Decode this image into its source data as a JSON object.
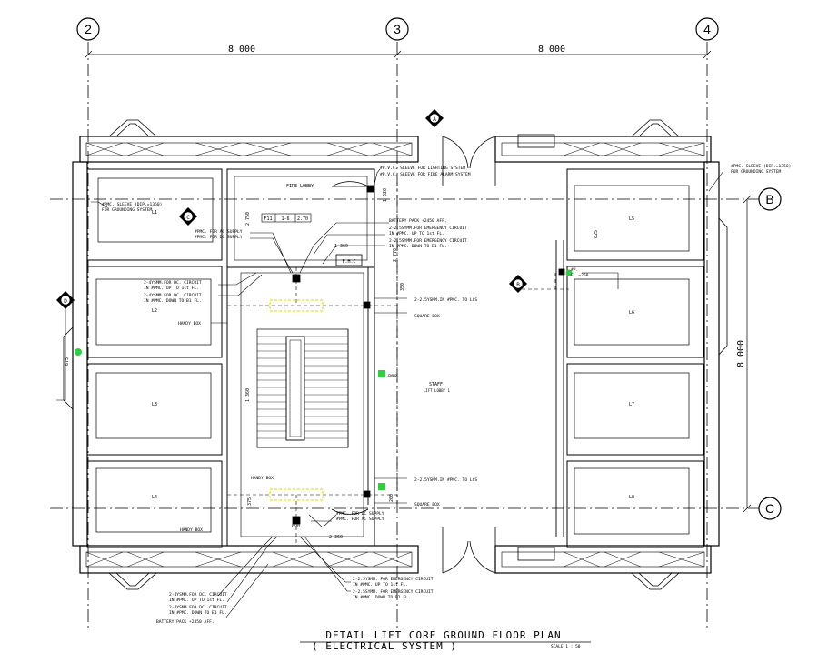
{
  "grid": {
    "columns": [
      "2",
      "3",
      "4"
    ],
    "rows": [
      "B",
      "C"
    ],
    "dim_top_left": "8 000",
    "dim_top_right": "8 000",
    "dim_right_vertical": "8 000"
  },
  "markers": {
    "A": "A",
    "B": "B",
    "C": "C",
    "D": "D"
  },
  "rooms": {
    "fire_lobby": "FIRE LOBBY",
    "fire_lobby_code": [
      "F11",
      "1-6",
      "2.70"
    ],
    "fhc": "F.H.C",
    "staff": "STAFF",
    "lift_lobby": "LIFT LOBBY 1",
    "lifts": [
      "L1",
      "L2",
      "L3",
      "L4",
      "L5",
      "L6",
      "L7",
      "L8"
    ]
  },
  "notes": {
    "grounding_left_1": "#PMC. SLEEVE (DIP.=1350)",
    "grounding_left_2": "FOR GROUNDING SYSTEM",
    "grounding_right_1": "#PMC. SLEEVE (DIP.=1350)",
    "grounding_right_2": "FOR GROUNDING SYSTEM",
    "pvc_lighting": "#P.V.C. SLEEVE FOR LIGHTING SYSTEM",
    "pvc_fire_alarm": "#P.V.C. SLEEVE FOR FIRE ALARM SYSTEM",
    "battery_top": "BATTERY PACK +2450 AFF.",
    "emg_1": "2-2.5SYMM.FOR EMERGENCY CIRCUIT",
    "emg_1b": "IN #PMC. UP TO 1st FL.",
    "emg_2": "2-2.5SYMM.FOR EMERGENCY CIRCUIT",
    "emg_2b": "IN #PMC. DOWN TO B1 FL.",
    "ac_supply": "#PMC. FOR AC SUPPLY",
    "dc_supply": "#PMC. FOR DC SUPPLY",
    "dc_up_1": "2-4YSMM.FOR DC. CIRCUIT",
    "dc_up_1b": "IN #PMC. UP TO 1st FL.",
    "dc_dn_1": "2-4YSMM.FOR DC. CIRCUIT",
    "dc_dn_1b": "IN #PMC. DOWN TO B1 FL.",
    "handy_box": "HANDY BOX",
    "handy_box_2": "HANDY BOX",
    "handy_box_3": "HANDY BOX",
    "term_lcs_1": "2-2.5YSMM.IN #PMC. TO LCS",
    "term_lcs_2": "2-2.5YSMM.IN #PMC. TO LCS",
    "square_box_1": "SQUARE BOX",
    "square_box_2": "SQUARE BOX",
    "emg_label": "EMER.",
    "dc_supply_b": "#PMC. FOR DC SUPPLY",
    "ac_supply_b": "#PMC. FOR AC SUPPLY",
    "emg_3": "2-2.5YSMM. FOR EMERGENCY CIRCUIT",
    "emg_3b": "IN #PMC. UP TO 1st FL.",
    "emg_4": "2-2.5SYMM. FOR EMERGENCY CIRCUIT",
    "emg_4b": "IN #PMC. DOWN TO B1 FL.",
    "dc_up_2": "2-4YSMM.FOR DC. CIRCUIT",
    "dc_up_2b": "IN #PMC. UP TO 1st FL.",
    "dc_dn_2": "2-4YSMM.FOR DC. CIRCUIT",
    "dc_dn_2b": "IN #PMC. DOWN TO B1 FL.",
    "battery_bottom": "BATTERY PACK +2450 AFF.",
    "pe_note": "#P.",
    "pe_note_b": "EL.=250"
  },
  "dims": {
    "d1360": "1 360",
    "d2750": "2 750",
    "d2770": "2 770",
    "d350": "350",
    "d1360b": "1 360",
    "d2360": "2 360",
    "d690": "690",
    "d200": "200",
    "d375": "375",
    "d1020": "1 020",
    "d675": "675",
    "d825": "825"
  },
  "title": {
    "line1": "DETAIL LIFT CORE GROUND  FLOOR PLAN",
    "line2": "( ELECTRICAL SYSTEM )",
    "scale": "SCALE 1 : 50"
  },
  "colors": {
    "line": "#000000",
    "highlight": "#e8e020",
    "outlet": "#2fcf3f",
    "grid_line": "#888888"
  }
}
